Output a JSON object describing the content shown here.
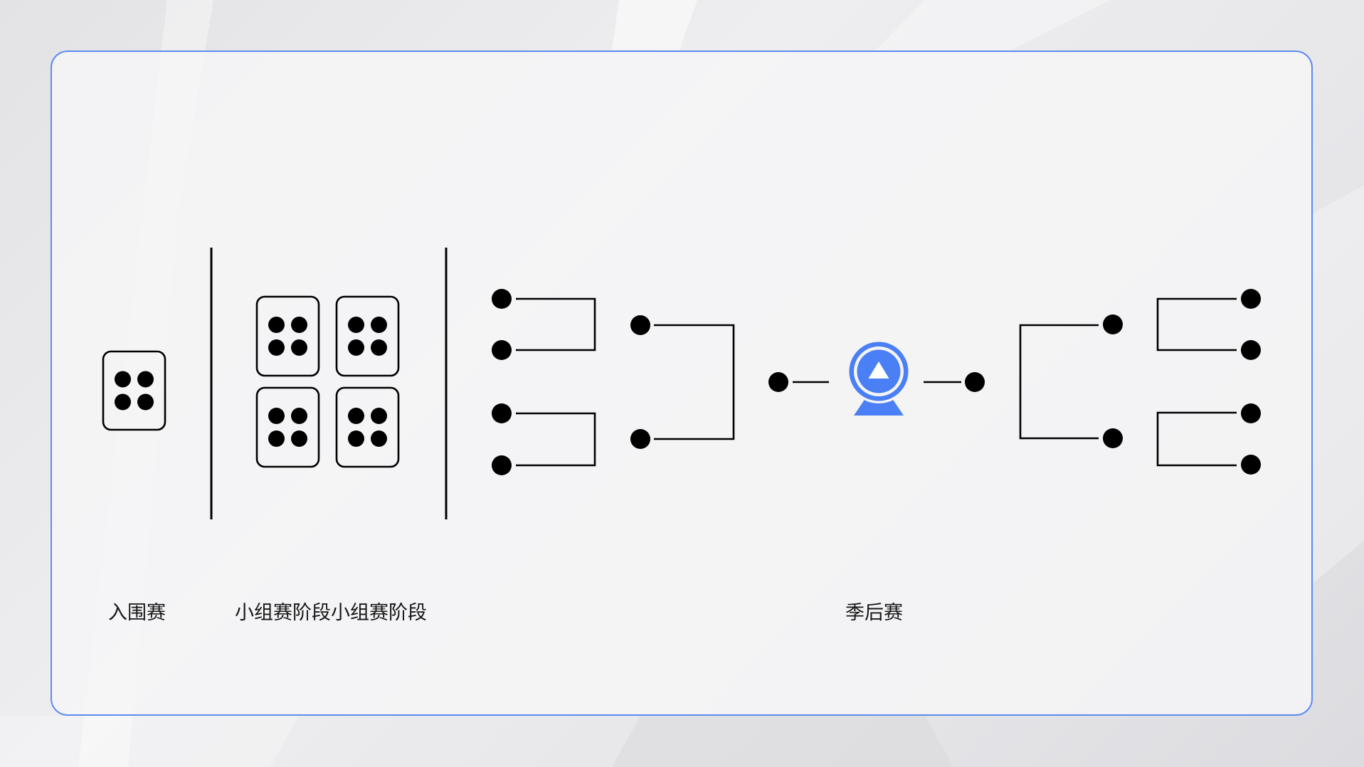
{
  "stages": {
    "qualifier_label": "入围赛",
    "group_label": "小组赛阶段小组赛阶段",
    "playoff_label": "季后赛"
  },
  "icons": {
    "qualifier": "die-four-icon",
    "group": "die-four-icon",
    "champion": "trophy-icon"
  },
  "colors": {
    "accent": "#4a7ff5",
    "panel_border": "#5d8cf0",
    "ink": "#000000",
    "background": "#e9e9ec"
  }
}
